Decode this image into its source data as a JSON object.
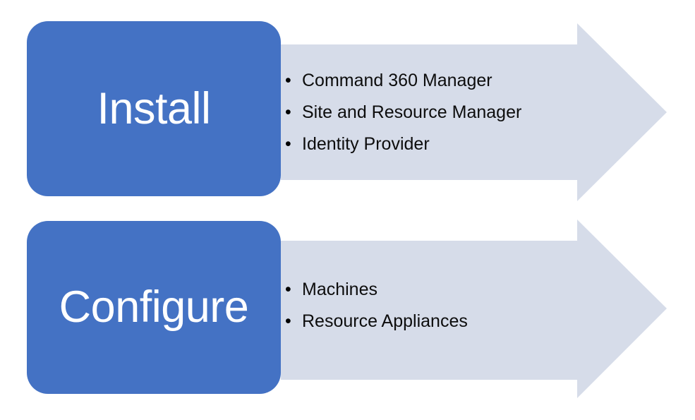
{
  "diagram": {
    "type": "process-flow-arrows",
    "background_color": "#ffffff",
    "accent_color": "#4472C4",
    "arrow_fill_color": "#D6DCE9",
    "stage_label_color": "#ffffff",
    "bullet_text_color": "#0d0d0d",
    "bullet_glyph": "•",
    "steps": [
      {
        "label": "Install",
        "items": [
          "Command 360 Manager",
          "Site and Resource Manager",
          "Identity Provider"
        ]
      },
      {
        "label": "Configure",
        "items": [
          "Machines",
          "Resource Appliances"
        ]
      }
    ]
  }
}
